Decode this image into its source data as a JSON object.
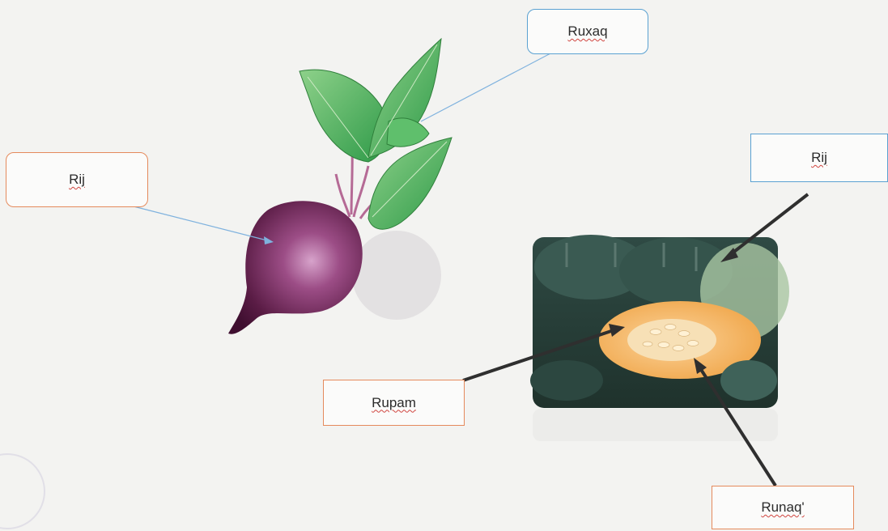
{
  "labels": {
    "beet_leaf": "Ruxaq",
    "beet_root": "Rij",
    "squash_skin": "Rij",
    "squash_flesh": "Rupam",
    "squash_seeds": "Runaq'"
  },
  "colors": {
    "beet_arrow": "#7fb2de",
    "squash_arrow": "#2f2f2f",
    "blue_box": "#5aa1d1",
    "orange_box": "#e58a5c"
  }
}
